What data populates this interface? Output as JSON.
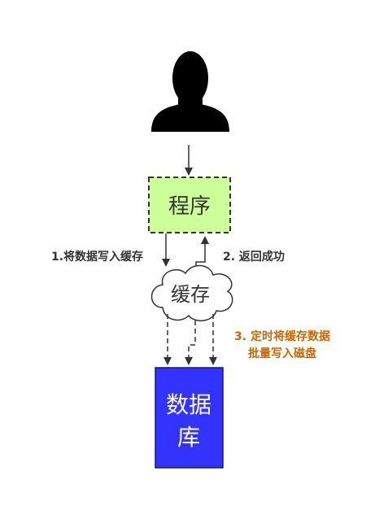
{
  "nodes": {
    "user": {
      "icon": "user-silhouette-icon"
    },
    "program": {
      "label": "程序"
    },
    "cache": {
      "label": "缓存"
    },
    "database": {
      "label_line1": "数据",
      "label_line2": "库"
    }
  },
  "edges": {
    "write_cache": {
      "label": "1.将数据写入缓存"
    },
    "return_success": {
      "label": "2. 返回成功"
    },
    "batch_write": {
      "label_line1": "3. 定时将缓存数据",
      "label_line2": "批量写入磁盘"
    }
  },
  "colors": {
    "program_fill": "#ccff99",
    "program_stroke": "#333333",
    "database_fill": "#3333ff",
    "database_stroke": "#1a1a66",
    "accent_label": "#cc6600",
    "line": "#333333",
    "user": "#000000"
  }
}
